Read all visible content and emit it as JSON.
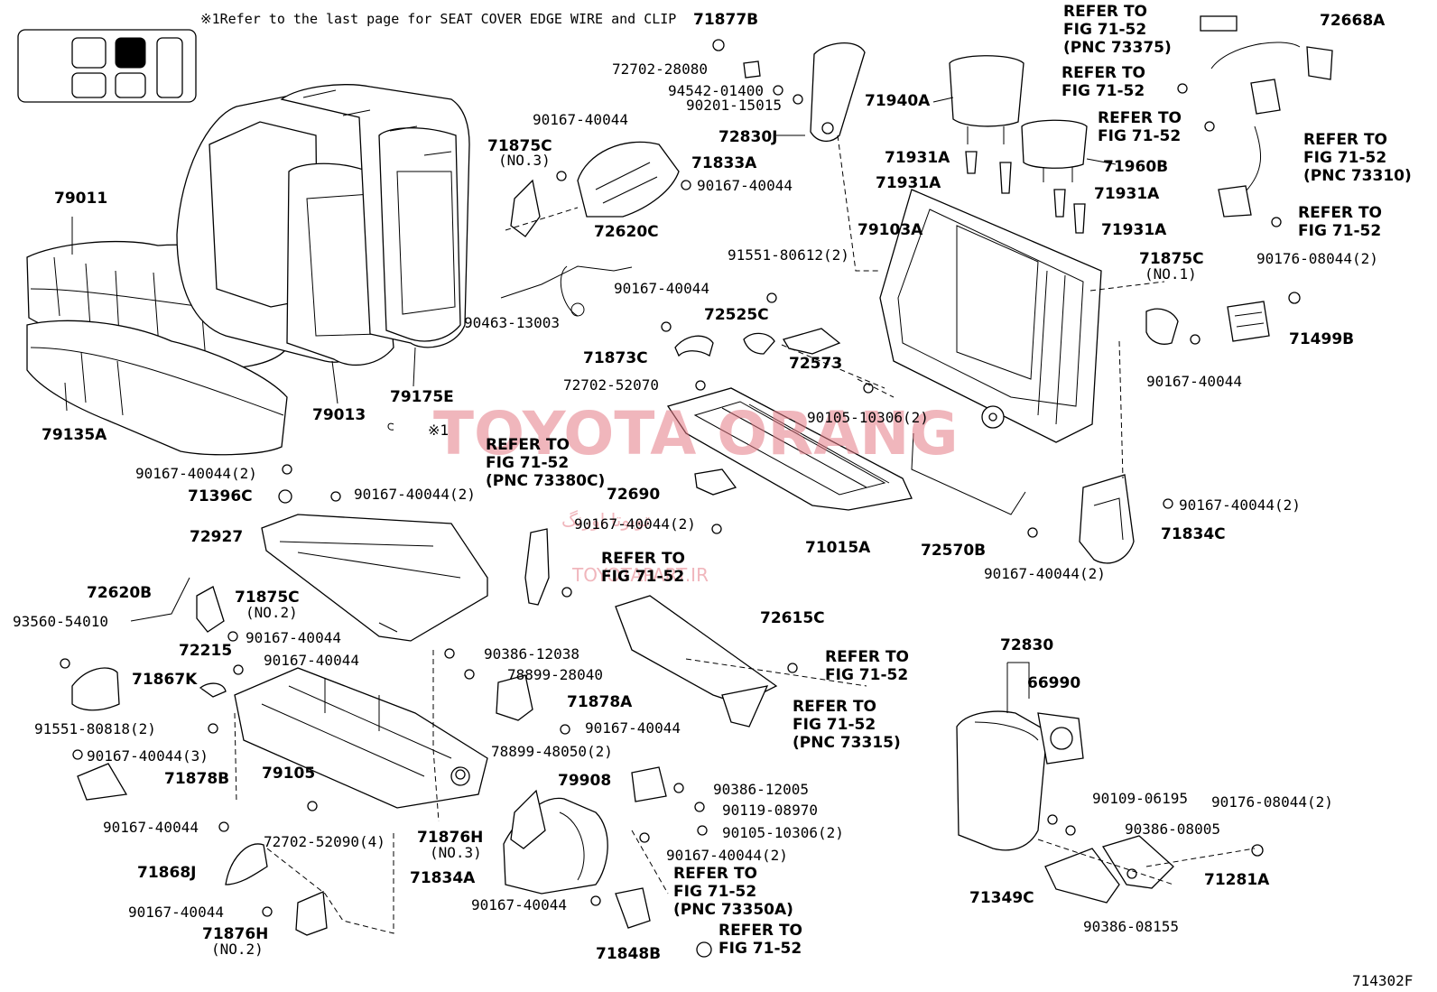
{
  "header_note": "※1Refer to the last page for SEAT COVER EDGE WIRE and CLIP",
  "figure_code": "714302F",
  "watermark": {
    "brand": "TOYOTA ORANG",
    "persian": "تویوتا اورنگ",
    "site": "TOYOTAPART.IR"
  },
  "marker_symbol": "※1",
  "parts": {
    "p71877B": "71877B",
    "p72702_28080": "72702-28080",
    "p94542_01400": "94542-01400",
    "p90201_15015": "90201-15015",
    "p72830J": "72830J",
    "p90167_40044_a": "90167-40044",
    "p71875C_3": "71875C",
    "p71875C_3_sub": "(NO.3)",
    "p71833A": "71833A",
    "p90167_40044_b": "90167-40044",
    "p72620C": "72620C",
    "p90463_13003": "90463-13003",
    "p90167_40044_c": "90167-40044",
    "p72525C": "72525C",
    "p71873C": "71873C",
    "p72573": "72573",
    "p72702_52070": "72702-52070",
    "p91551_80612": "91551-80612(2)",
    "p90105_10306_2a": "90105-10306(2)",
    "p71940A": "71940A",
    "p71931A_1": "71931A",
    "p71931A_2": "71931A",
    "p71931A_3": "71931A",
    "p71931A_4": "71931A",
    "p71960B": "71960B",
    "p79103A": "79103A",
    "p79011": "79011",
    "p79013": "79013",
    "p79175E": "79175E",
    "p79135A": "79135A",
    "p90167_40044_2a": "90167-40044(2)",
    "p71396C": "71396C",
    "p90167_40044_2b": "90167-40044(2)",
    "p72927": "72927",
    "p72620B": "72620B",
    "p71875C_2": "71875C",
    "p71875C_2_sub": "(NO.2)",
    "p93560_54010": "93560-54010",
    "p90167_40044_d": "90167-40044",
    "p72215": "72215",
    "p90167_40044_e": "90167-40044",
    "p71867K": "71867K",
    "p91551_80818": "91551-80818(2)",
    "p90167_40044_3": "90167-40044(3)",
    "p71878B": "71878B",
    "p79105": "79105",
    "p90167_40044_f": "90167-40044",
    "p72702_52090": "72702-52090(4)",
    "p71868J": "71868J",
    "p90167_40044_g": "90167-40044",
    "p71876H_2": "71876H",
    "p71876H_2_sub": "(NO.2)",
    "p72690": "72690",
    "p90167_40044_2c": "90167-40044(2)",
    "p71015A": "71015A",
    "p72570B": "72570B",
    "p72615C": "72615C",
    "p90386_12038": "90386-12038",
    "p78899_28040": "78899-28040",
    "p71878A": "71878A",
    "p90167_40044_h": "90167-40044",
    "p78899_48050": "78899-48050(2)",
    "p79908": "79908",
    "p90386_12005": "90386-12005",
    "p90119_08970": "90119-08970",
    "p90105_10306_2b": "90105-10306(2)",
    "p71876H_3": "71876H",
    "p71876H_3_sub": "(NO.3)",
    "p90167_40044_2d": "90167-40044(2)",
    "p71834A": "71834A",
    "p90167_40044_i": "90167-40044",
    "p71848B": "71848B",
    "p72668A": "72668A",
    "p71875C_1": "71875C",
    "p71875C_1_sub": "(NO.1)",
    "p90176_08044_2a": "90176-08044(2)",
    "p71499B": "71499B",
    "p90167_40044_j": "90167-40044",
    "p90167_40044_2e": "90167-40044(2)",
    "p71834C": "71834C",
    "p90167_40044_2f": "90167-40044(2)",
    "p72830": "72830",
    "p66990": "66990",
    "p90109_06195": "90109-06195",
    "p90386_08005": "90386-08005",
    "p90176_08044_2b": "90176-08044(2)",
    "p71281A": "71281A",
    "p71349C": "71349C",
    "p90386_08155": "90386-08155"
  },
  "refer_notes": {
    "r1": [
      "REFER TO",
      "FIG 71-52",
      "(PNC 73375)"
    ],
    "r2": [
      "REFER TO",
      "FIG 71-52"
    ],
    "r3": [
      "REFER TO",
      "FIG 71-52"
    ],
    "r4": [
      "REFER TO",
      "FIG 71-52",
      "(PNC 73310)"
    ],
    "r5": [
      "REFER TO",
      "FIG 71-52"
    ],
    "r6": [
      "REFER TO",
      "FIG 71-52",
      "(PNC 73380C)"
    ],
    "r7": [
      "REFER TO",
      "FIG 71-52"
    ],
    "r8": [
      "REFER TO",
      "FIG 71-52"
    ],
    "r9": [
      "REFER TO",
      "FIG 71-52",
      "(PNC 73315)"
    ],
    "r10": [
      "REFER TO",
      "FIG 71-52",
      "(PNC 73350A)"
    ],
    "r11": [
      "REFER TO",
      "FIG 71-52"
    ]
  }
}
